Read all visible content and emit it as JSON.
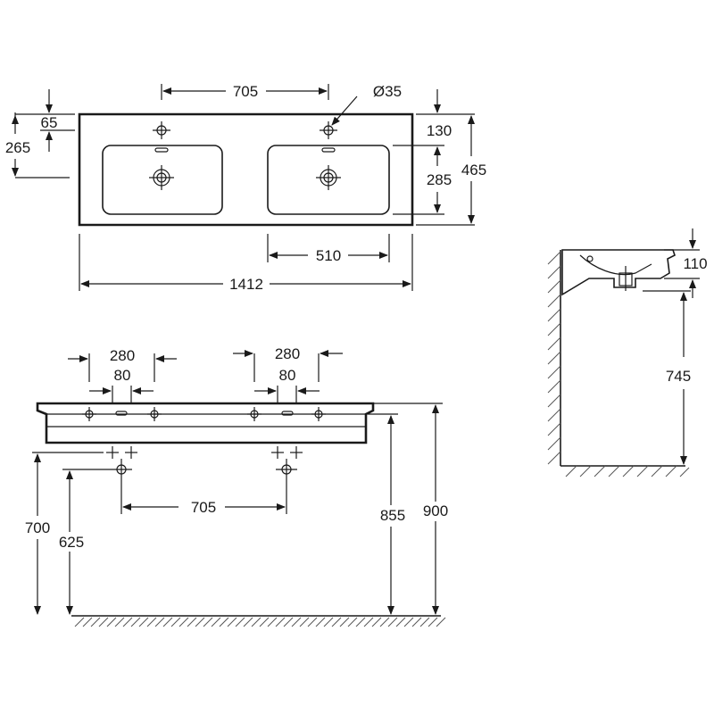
{
  "top_view": {
    "dim_hole_spacing": "705",
    "dim_hole_diameter": "Ø35",
    "dim_tap_offset": "65",
    "dim_basin_centre": "265",
    "dim_back_to_bowl": "130",
    "dim_bowl_depth": "285",
    "dim_total_depth": "465",
    "dim_bowl_width": "510",
    "dim_total_width": "1412"
  },
  "front_view": {
    "dim_left_280": "280",
    "dim_left_80": "80",
    "dim_right_280": "280",
    "dim_right_80": "80",
    "dim_waste_spacing": "705",
    "dim_supply_height": "700",
    "dim_waste_height": "625",
    "dim_underside_height": "855",
    "dim_top_height": "900"
  },
  "side_view": {
    "dim_basin_height": "110",
    "dim_mount_height": "745"
  }
}
